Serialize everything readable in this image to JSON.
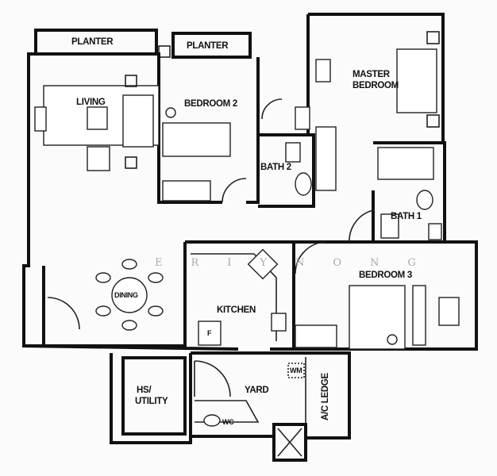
{
  "plan": {
    "rooms": {
      "planter_1": "PLANTER",
      "planter_2": "PLANTER",
      "master_bedroom_line1": "MASTER",
      "master_bedroom_line2": "BEDROOM",
      "living": "LIVING",
      "bedroom_2": "BEDROOM 2",
      "bath_2": "BATH 2",
      "bath_1": "BATH 1",
      "dining": "DINING",
      "kitchen": "KITCHEN",
      "bedroom_3": "BEDROOM 3",
      "yard": "YARD",
      "hs_utility_line1": "HS/",
      "hs_utility_line2": "UTILITY",
      "wc": "WC",
      "ac_ledge": "A/C LEDGE",
      "wm": "WM",
      "fridge": "F"
    },
    "watermark": "ERIYNONG"
  }
}
